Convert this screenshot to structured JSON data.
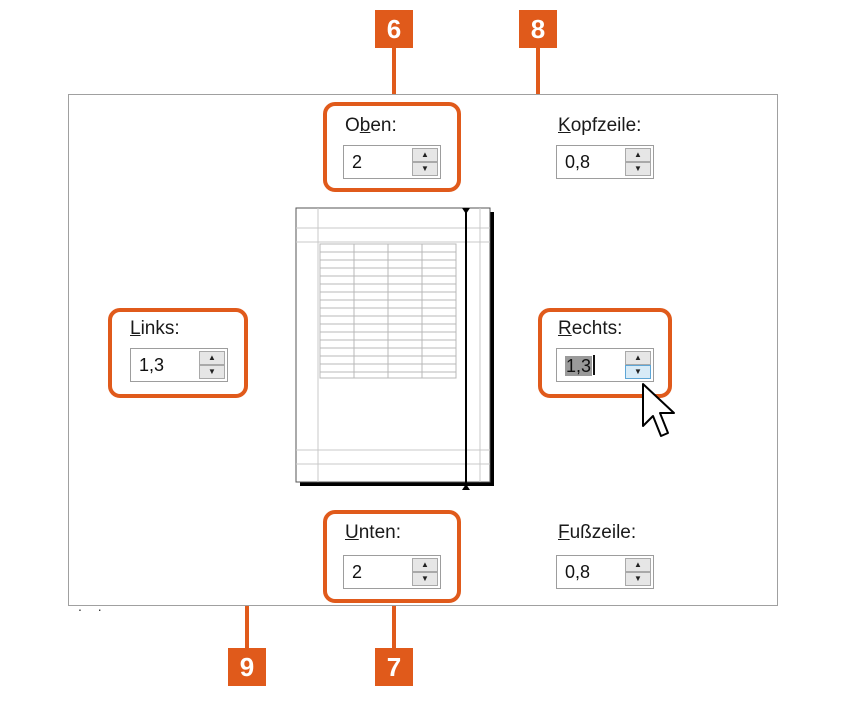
{
  "fields": {
    "oben": {
      "label_pre": "O",
      "label_key": "b",
      "label_post": "en:",
      "value": "2"
    },
    "kopfzeile": {
      "label_pre": "",
      "label_key": "K",
      "label_post": "opfzeile:",
      "value": "0,8"
    },
    "links": {
      "label_pre": "",
      "label_key": "L",
      "label_post": "inks:",
      "value": "1,3"
    },
    "rechts": {
      "label_pre": "",
      "label_key": "R",
      "label_post": "echts:",
      "value": "1,3"
    },
    "unten": {
      "label_pre": "",
      "label_key": "U",
      "label_post": "nten:",
      "value": "2"
    },
    "fusszeile": {
      "label_pre": "",
      "label_key": "F",
      "label_post": "ußzeile:",
      "value": "0,8"
    }
  },
  "callouts": {
    "oben": "6",
    "unten": "7",
    "rechts": "8",
    "links": "9"
  },
  "spin_up_glyph": "▲",
  "spin_down_glyph": "▼",
  "accent_color": "#e05a1b",
  "corner_dots": ". ."
}
